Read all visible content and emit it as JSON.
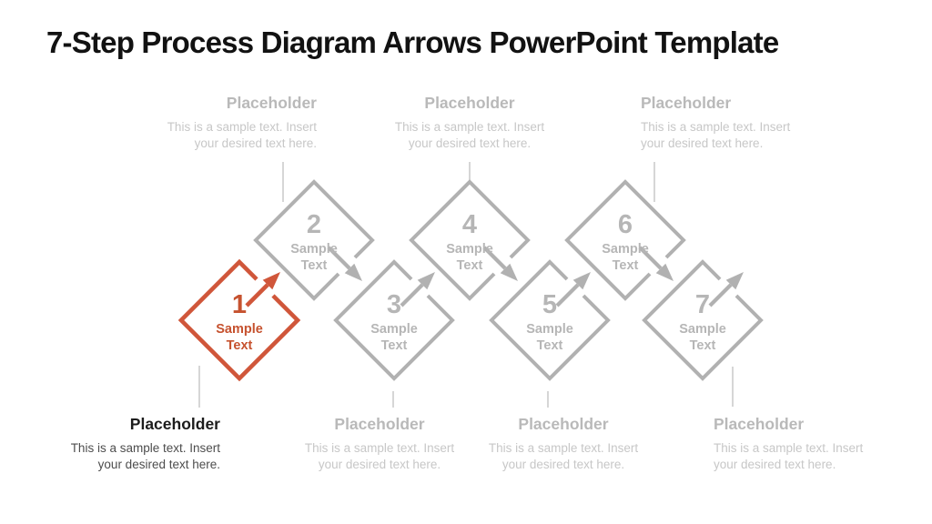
{
  "slide": {
    "title": "7-Step Process Diagram Arrows PowerPoint Template"
  },
  "colors": {
    "accent": "#D0563A",
    "accent_text": "#C6522F",
    "gray_shape": "#B1B1B1",
    "gray_shape_text": "#B6B6B6",
    "gray_title": "#B9B9B9",
    "gray_body": "#C7C7C7",
    "dark_title": "#1C1C1C",
    "dark_body": "#4D4D4D",
    "connector": "#BFBFBF"
  },
  "steps": [
    {
      "number": "1",
      "label_line1": "Sample",
      "label_line2": "Text"
    },
    {
      "number": "2",
      "label_line1": "Sample",
      "label_line2": "Text"
    },
    {
      "number": "3",
      "label_line1": "Sample",
      "label_line2": "Text"
    },
    {
      "number": "4",
      "label_line1": "Sample",
      "label_line2": "Text"
    },
    {
      "number": "5",
      "label_line1": "Sample",
      "label_line2": "Text"
    },
    {
      "number": "6",
      "label_line1": "Sample",
      "label_line2": "Text"
    },
    {
      "number": "7",
      "label_line1": "Sample",
      "label_line2": "Text"
    }
  ],
  "callouts": {
    "top": [
      {
        "title": "Placeholder",
        "body_line1": "This is a sample text. Insert",
        "body_line2": "your desired text here."
      },
      {
        "title": "Placeholder",
        "body_line1": "This is a sample text. Insert",
        "body_line2": "your desired text here."
      },
      {
        "title": "Placeholder",
        "body_line1": "This is a sample text. Insert",
        "body_line2": "your desired text here."
      }
    ],
    "bottom": [
      {
        "title": "Placeholder",
        "body_line1": "This is a sample text. Insert",
        "body_line2": "your desired text here."
      },
      {
        "title": "Placeholder",
        "body_line1": "This is a sample text. Insert",
        "body_line2": "your desired text here."
      },
      {
        "title": "Placeholder",
        "body_line1": "This is a sample text. Insert",
        "body_line2": "your desired text here."
      },
      {
        "title": "Placeholder",
        "body_line1": "This is a sample text. Insert",
        "body_line2": "your desired text here."
      }
    ]
  }
}
